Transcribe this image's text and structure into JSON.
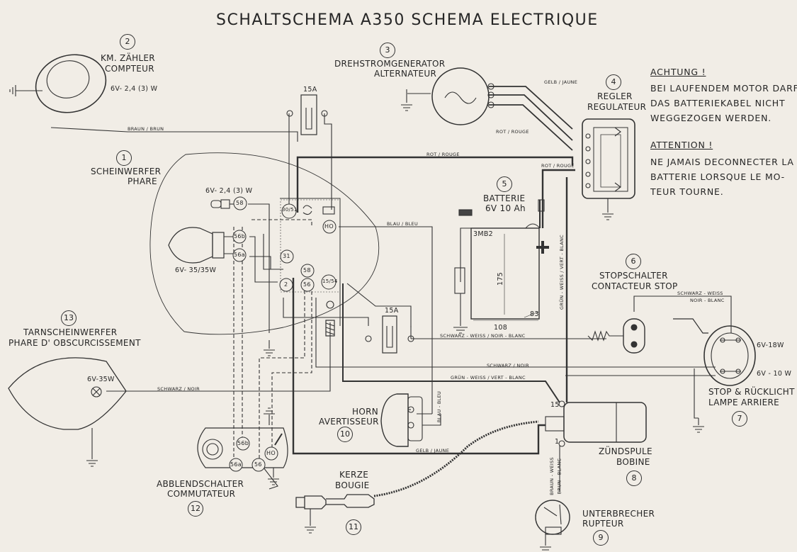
{
  "title": "SCHALTSCHEMA A350 SCHEMA ELECTRIQUE",
  "components": {
    "c1": {
      "num": "1",
      "name_de": "SCHEINWERFER",
      "name_fr": "PHARE"
    },
    "c2": {
      "num": "2",
      "name_de": "KM. ZÄHLER",
      "name_fr": "COMPTEUR",
      "rating": "6V- 2,4 (3) W"
    },
    "c3": {
      "num": "3",
      "name_de": "DREHSTROMGENERATOR",
      "name_fr": "ALTERNATEUR"
    },
    "c4": {
      "num": "4",
      "name_de": "REGLER",
      "name_fr": "REGULATEUR"
    },
    "c5": {
      "num": "5",
      "name_de": "BATTERIE",
      "spec": "6V 10 Ah"
    },
    "c6": {
      "num": "6",
      "name_de": "STOPSCHALTER",
      "name_fr": "CONTACTEUR STOP"
    },
    "c7": {
      "num": "7",
      "name_de": "STOP & RÜCKLICHT",
      "name_fr": "LAMPE ARRIERE"
    },
    "c8": {
      "num": "8",
      "name_de": "ZÜNDSPULE",
      "name_fr": "BOBINE"
    },
    "c9": {
      "num": "9",
      "name_de": "UNTERBRECHER",
      "name_fr": "RUPTEUR"
    },
    "c10": {
      "num": "10",
      "name_de": "HORN",
      "name_fr": "AVERTISSEUR"
    },
    "c11": {
      "num": "11",
      "name_de": "KERZE",
      "name_fr": "BOUGIE"
    },
    "c12": {
      "num": "12",
      "name_de": "ABBLENDSCHALTER",
      "name_fr": "COMMUTATEUR"
    },
    "c13": {
      "num": "13",
      "name_de": "TARNSCHEINWERFER",
      "name_fr": "PHARE D' OBSCURCISSEMENT"
    }
  },
  "notes": {
    "de_heading": "ACHTUNG !",
    "de_lines": [
      "BEI LAUFENDEM MOTOR DARF",
      "DAS BATTERIEKABEL NICHT",
      "WEGGEZOGEN WERDEN."
    ],
    "fr_heading": "ATTENTION !",
    "fr_lines": [
      "NE JAMAIS DECONNECTER LA",
      "BATTERIE LORSQUE LE MO-",
      "TEUR TOURNE."
    ]
  },
  "ratings": {
    "parking": "6V- 2,4 (3) W",
    "headlamp": "6V- 35/35W",
    "blackout": "6V-35W",
    "tail_upper": "6V-18W",
    "tail_lower": "6V - 10 W"
  },
  "fuses": {
    "f1": "15A",
    "f2": "15A"
  },
  "terminals": {
    "t30_51": "30/51",
    "tHO": "HO",
    "t31": "31",
    "t58": "58",
    "t2": "2",
    "t56": "56",
    "t15_54": "15/54",
    "t58b": "58",
    "t56b_h": "56b",
    "t56a_h": "56a",
    "s56b": "56b",
    "s56a": "56a",
    "s56": "56",
    "sHO": "HO",
    "coil15": "15",
    "coil1": "1"
  },
  "battery": {
    "type": "3MB2",
    "plus": "+",
    "dim_h": "175",
    "dim_w": "108",
    "dim_d": "83"
  },
  "wires": {
    "braun": "BRAUN / BRUN",
    "rot1": "ROT / ROUGE",
    "rot2": "ROT / ROUGE",
    "rot3": "ROT / ROUGE",
    "gelb_top": "GELB / JAUNE",
    "gelb_bottom": "GELB / JAUNE",
    "blau_h": "BLAU / BLEU",
    "blau_v": "BLAU - BLEU",
    "sw_top": "SCHWARZ - WEISS",
    "nb_top": "NOIR - BLANC",
    "sw_mid": "SCHWARZ - WEISS / NOIR - BLANC",
    "schwarz_r": "SCHWARZ / NOIR",
    "schwarz_l": "SCHWARZ / NOIR",
    "gruen_h": "GRÜN - WEISS / VERT - BLANC",
    "gruen_v": "GRÜN - WEISS / VERT - BLANC",
    "braun_w": "BRAUN - WEISS",
    "braun_b": "BRUN - BLANC"
  }
}
